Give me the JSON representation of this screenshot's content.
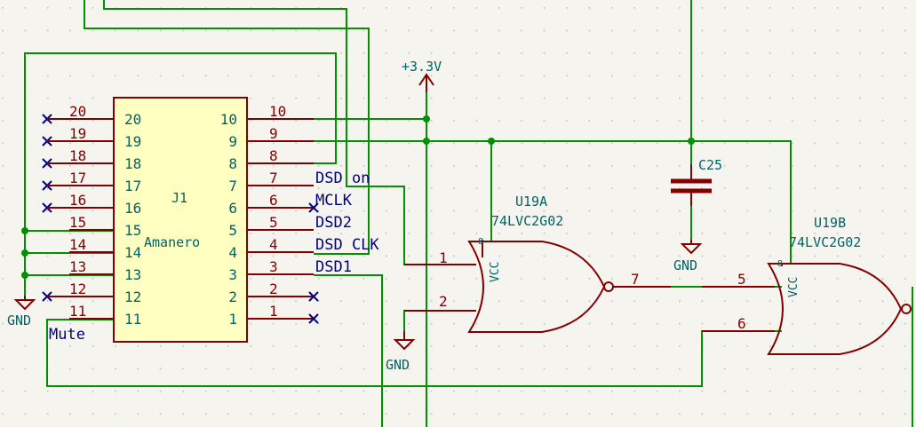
{
  "power": {
    "supply_label": "+3.3V",
    "ground_label": "GND"
  },
  "connector": {
    "ref": "J1",
    "value": "Amanero",
    "left_pins": [
      {
        "num": "20",
        "inner": "20"
      },
      {
        "num": "19",
        "inner": "19"
      },
      {
        "num": "18",
        "inner": "18"
      },
      {
        "num": "17",
        "inner": "17"
      },
      {
        "num": "16",
        "inner": "16"
      },
      {
        "num": "15",
        "inner": "15"
      },
      {
        "num": "14",
        "inner": "14"
      },
      {
        "num": "13",
        "inner": "13"
      },
      {
        "num": "12",
        "inner": "12"
      },
      {
        "num": "11",
        "inner": "11"
      }
    ],
    "right_pins": [
      {
        "num": "10",
        "inner": "10"
      },
      {
        "num": "9",
        "inner": "9"
      },
      {
        "num": "8",
        "inner": "8"
      },
      {
        "num": "7",
        "inner": "7"
      },
      {
        "num": "6",
        "inner": "6"
      },
      {
        "num": "5",
        "inner": "5"
      },
      {
        "num": "4",
        "inner": "4"
      },
      {
        "num": "3",
        "inner": "3"
      },
      {
        "num": "2",
        "inner": "2"
      },
      {
        "num": "1",
        "inner": "1"
      }
    ]
  },
  "net_labels": [
    "DSD on",
    "MCLK",
    "DSD2",
    "DSD CLK",
    "DSD1",
    "Mute"
  ],
  "capacitor": {
    "ref": "C25"
  },
  "gate_a": {
    "ref": "U19A",
    "value": "74LVC2G02",
    "vcc": "VCC",
    "pin_in1": "1",
    "pin_in2": "2",
    "pin_out": "7",
    "pin_vcc": "8"
  },
  "gate_b": {
    "ref": "U19B",
    "value": "74LVC2G02",
    "vcc": "VCC",
    "pin_in1": "5",
    "pin_in2": "6",
    "pin_vcc": "8"
  }
}
